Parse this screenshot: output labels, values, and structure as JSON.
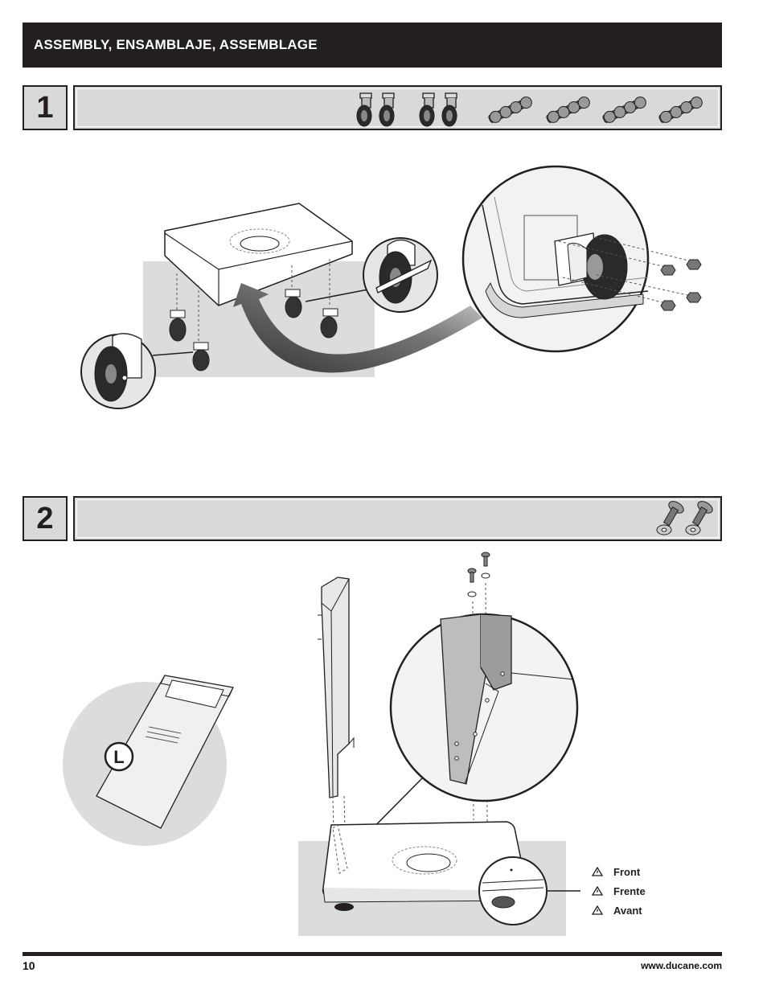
{
  "header": {
    "title": "ASSEMBLY, ENSAMBLAJE, ASSEMBLAGE"
  },
  "steps": [
    {
      "number": "1",
      "parts": [
        "caster-icon",
        "caster-icon",
        "caster-icon",
        "caster-icon",
        "screw-set-icon",
        "screw-set-icon",
        "screw-set-icon",
        "screw-set-icon"
      ]
    },
    {
      "number": "2",
      "parts": [
        "bolt-washer-icon",
        "bolt-washer-icon"
      ]
    }
  ],
  "step2": {
    "panel_label": "L"
  },
  "legend": {
    "items": [
      "Front",
      "Frente",
      "Avant"
    ]
  },
  "footer": {
    "page_number": "10",
    "website": "www.ducane.com"
  },
  "colors": {
    "header_bg": "#231f20",
    "bar_bg": "#d9d9d9",
    "line": "#231f20"
  }
}
